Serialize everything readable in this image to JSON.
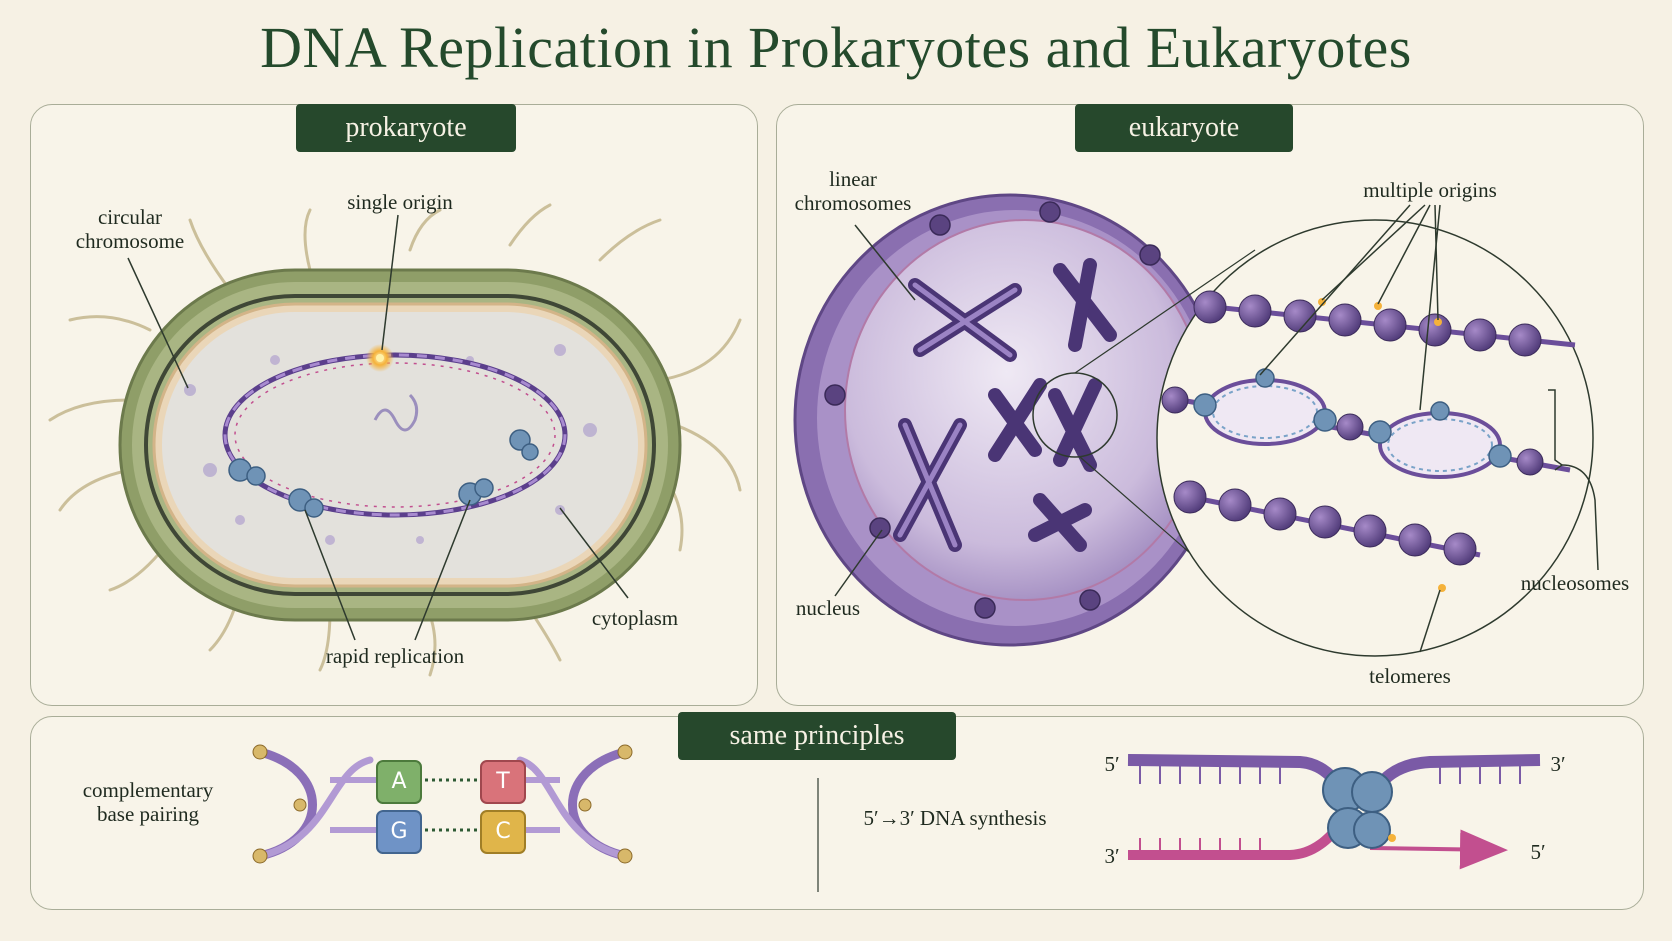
{
  "title": "DNA Replication in Prokaryotes and Eukaryotes",
  "prokaryote": {
    "tag": "prokaryote",
    "labels": {
      "circular_chromosome_1": "circular",
      "circular_chromosome_2": "chromosome",
      "single_origin": "single origin",
      "cytoplasm": "cytoplasm",
      "rapid_replication": "rapid replication"
    }
  },
  "eukaryote": {
    "tag": "eukaryote",
    "labels": {
      "linear_chromosomes_1": "linear",
      "linear_chromosomes_2": "chromosomes",
      "multiple_origins": "multiple origins",
      "nucleus": "nucleus",
      "nucleosomes": "nucleosomes",
      "telomeres": "telomeres"
    }
  },
  "principles": {
    "tag": "same principles",
    "base_pairing_1": "complementary",
    "base_pairing_2": "base pairing",
    "bases": [
      "A",
      "T",
      "G",
      "C"
    ],
    "synthesis": "5′→3′  DNA synthesis",
    "strand_ends": {
      "top_left": "5′",
      "top_right": "3′",
      "bottom_left": "3′",
      "bottom_right": "5′"
    }
  },
  "colors": {
    "accent_green": "#26482c",
    "dna_purple": "#7a5aa6",
    "dna_pink": "#c24f8f",
    "enzyme_blue": "#6f93b6",
    "base_A": "#7fb06a",
    "base_T": "#d9737a",
    "base_G": "#6f93c6",
    "base_C": "#e0b54a"
  }
}
